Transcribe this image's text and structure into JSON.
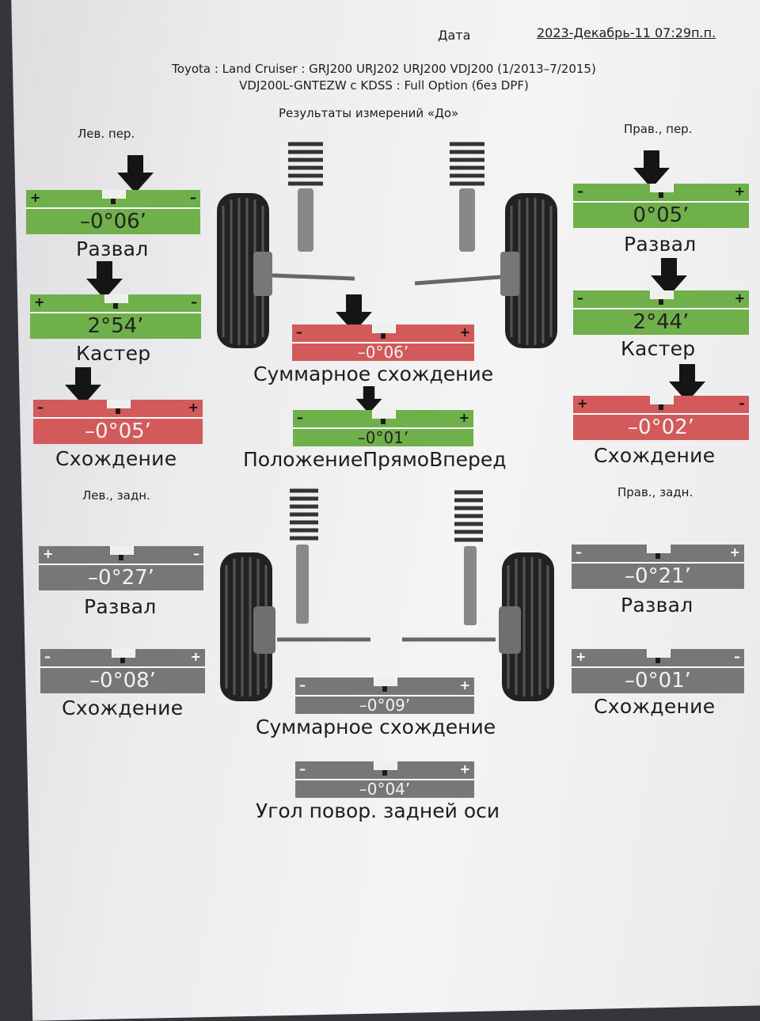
{
  "header": {
    "date_label": "Дата",
    "date_value": "2023-Декабрь-11 07:29п.п.",
    "vehicle_line_1": "Toyota : Land Cruiser : GRJ200 URJ202 URJ200 VDJ200 (1/2013–7/2015)",
    "vehicle_line_2": "VDJ200L-GNTEZW с KDSS : Full Option (без DPF)",
    "results_title": "Результаты измерений «До»"
  },
  "colors": {
    "in_range": "#6fb04b",
    "out_of_range": "#d25a5a",
    "no_spec": "#777779"
  },
  "front": {
    "left": {
      "title": "Лев. пер.",
      "camber": {
        "label": "Развал",
        "value": "–0°06’",
        "status": "in_range",
        "left_sign": "+",
        "right_sign": "–"
      },
      "caster": {
        "label": "Кастер",
        "value": "2°54’",
        "status": "in_range",
        "left_sign": "+",
        "right_sign": "–"
      },
      "toe": {
        "label": "Схождение",
        "value": "–0°05’",
        "status": "out_of_range",
        "left_sign": "–",
        "right_sign": "+"
      }
    },
    "right": {
      "title": "Прав., пер.",
      "camber": {
        "label": "Развал",
        "value": "0°05’",
        "status": "in_range",
        "left_sign": "–",
        "right_sign": "+"
      },
      "caster": {
        "label": "Кастер",
        "value": "2°44’",
        "status": "in_range",
        "left_sign": "–",
        "right_sign": "+"
      },
      "toe": {
        "label": "Схождение",
        "value": "–0°02’",
        "status": "out_of_range",
        "left_sign": "+",
        "right_sign": "–"
      }
    },
    "total_toe": {
      "label": "Суммарное схождение",
      "value": "–0°06’",
      "status": "out_of_range",
      "left_sign": "–",
      "right_sign": "+"
    },
    "straight_ahead": {
      "label": "ПоложениеПрямоВперед",
      "value": "–0°01’",
      "status": "in_range",
      "left_sign": "–",
      "right_sign": "+"
    }
  },
  "rear": {
    "left": {
      "title": "Лев., задн.",
      "camber": {
        "label": "Развал",
        "value": "–0°27’",
        "status": "no_spec",
        "left_sign": "+",
        "right_sign": "–"
      },
      "toe": {
        "label": "Схождение",
        "value": "–0°08’",
        "status": "no_spec",
        "left_sign": "–",
        "right_sign": "+"
      }
    },
    "right": {
      "title": "Прав., задн.",
      "camber": {
        "label": "Развал",
        "value": "–0°21’",
        "status": "no_spec",
        "left_sign": "–",
        "right_sign": "+"
      },
      "toe": {
        "label": "Схождение",
        "value": "–0°01’",
        "status": "no_spec",
        "left_sign": "+",
        "right_sign": "–"
      }
    },
    "total_toe": {
      "label": "Суммарное схождение",
      "value": "–0°09’",
      "status": "no_spec",
      "left_sign": "–",
      "right_sign": "+"
    },
    "thrust_angle": {
      "label": "Угол повор. задней оси",
      "value": "–0°04’",
      "status": "no_spec",
      "left_sign": "–",
      "right_sign": "+"
    }
  }
}
